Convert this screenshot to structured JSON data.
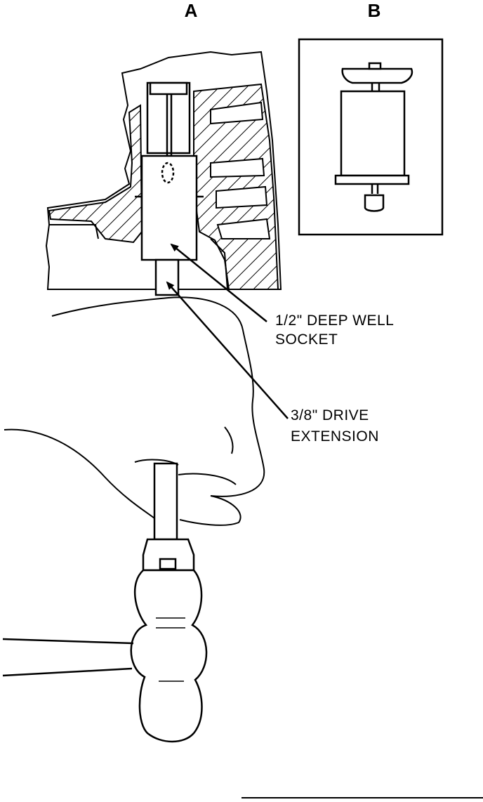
{
  "panels": {
    "a": "A",
    "b": "B"
  },
  "callouts": {
    "socket": {
      "line1": "1/2\" DEEP WELL",
      "line2": "SOCKET"
    },
    "extension": {
      "line1": "3/8\" DRIVE",
      "line2": "EXTENSION"
    }
  },
  "colors": {
    "ink": "#000000",
    "paper": "#ffffff"
  }
}
